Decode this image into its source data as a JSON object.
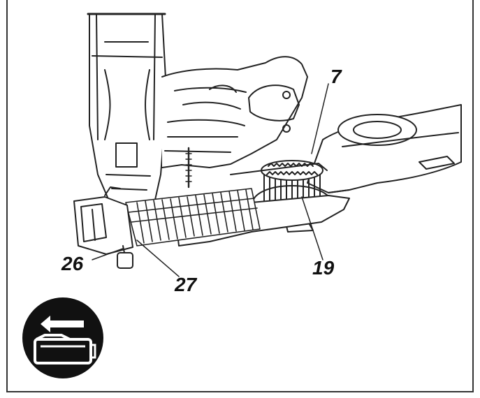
{
  "callouts": {
    "part_7": "7",
    "part_26": "26",
    "part_27": "27",
    "part_19": "19"
  },
  "icon": {
    "name": "remove-battery-icon",
    "background": "#111111",
    "foreground": "#ffffff"
  }
}
